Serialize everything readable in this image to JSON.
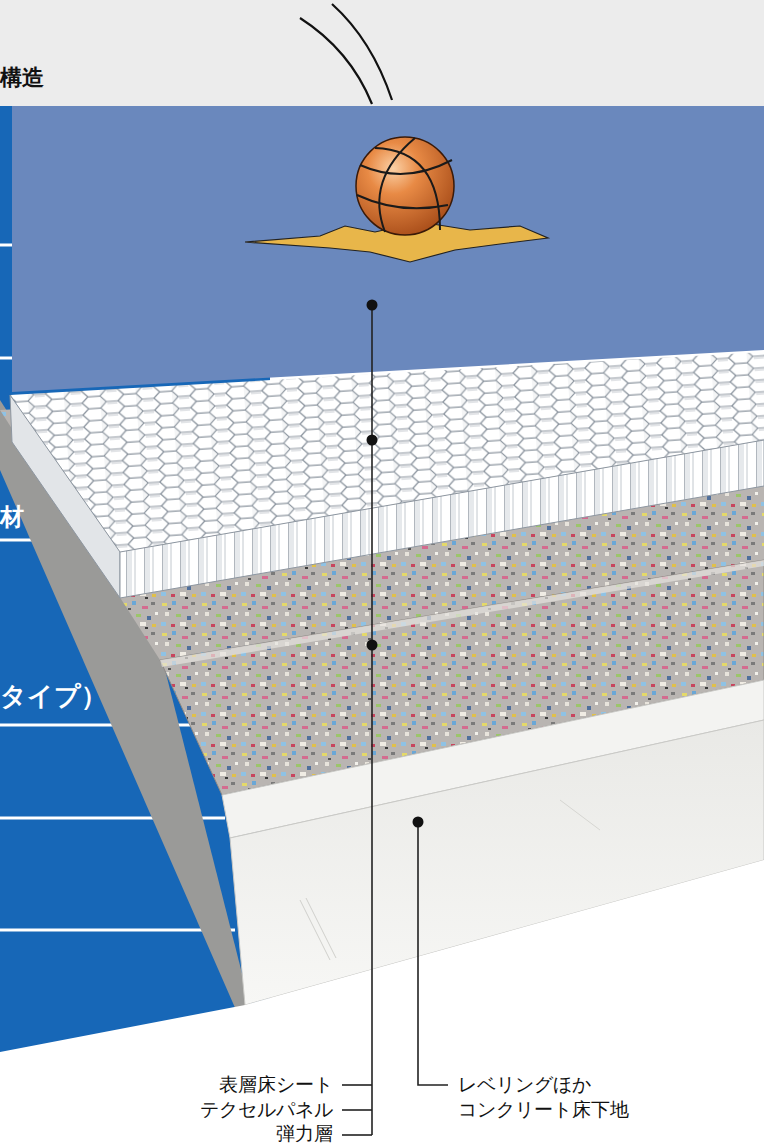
{
  "diagram": {
    "title": "構造",
    "labels": [
      "材",
      "タイプ）",
      "表層床シート",
      "テクセルパネル",
      "弾力層",
      "レベリングほか コンクリート床下地"
    ]
  }
}
